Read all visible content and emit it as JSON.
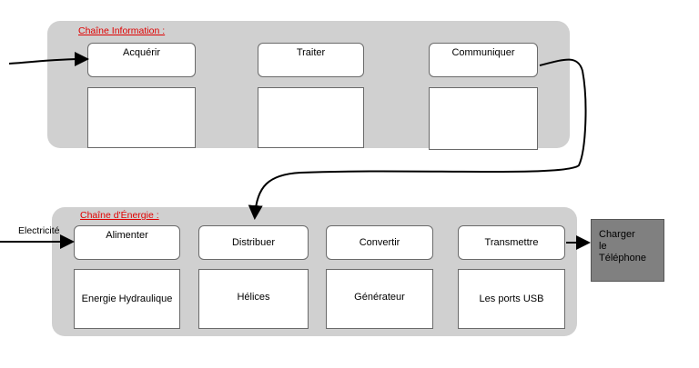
{
  "chaine_information": {
    "title": "Chaîne Information :",
    "steps": [
      {
        "head": "Acquérir",
        "detail": ""
      },
      {
        "head": "Traiter",
        "detail": ""
      },
      {
        "head": "Communiquer",
        "detail": ""
      }
    ]
  },
  "chaine_energie": {
    "title": "Chaîne d'Énergie :",
    "input_label": "Electricité",
    "steps": [
      {
        "head": "Alimenter",
        "detail": "Energie Hydraulique"
      },
      {
        "head": "Distribuer",
        "detail": "Hélices"
      },
      {
        "head": "Convertir",
        "detail": "Générateur"
      },
      {
        "head": "Transmettre",
        "detail": "Les ports USB"
      }
    ]
  },
  "output": {
    "lines": [
      "Charger",
      "le",
      "Téléphone"
    ]
  },
  "colors": {
    "panel": "#d0d0d0",
    "title": "#e00000",
    "output_box": "#808080"
  }
}
